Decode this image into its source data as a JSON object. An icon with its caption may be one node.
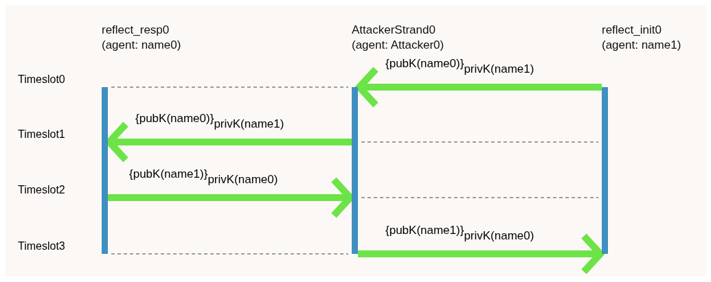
{
  "diagram": {
    "nodes": [
      {
        "text": [
          "reflect_resp0",
          "(agent: name0)"
        ]
      },
      {
        "text": [
          "AttackerStrand0",
          "(agent: Attacker0)"
        ]
      },
      {
        "text": [
          "reflect_init0",
          "(agent: name1)"
        ]
      }
    ],
    "edges": [
      {
        "from": 2,
        "to": 1,
        "arrow": "to",
        "label": "{pubK(name0)}$_{privK(name1)}$"
      },
      {
        "from": 1,
        "to": 0,
        "arrow": "to",
        "label": "{pubK(name0)}$_{privK(name1)}$"
      },
      {
        "from": 0,
        "to": 1,
        "arrow": "to",
        "label": "{pubK(name1)}$_{privK(name0)}$"
      },
      {
        "from": 1,
        "to": 2,
        "arrow": "to",
        "label": "{pubK(name1)}$_{privK(name0)}$"
      }
    ],
    "labels": [
      "Timeslot0",
      "Timeslot1",
      "Timeslot2",
      "Timeslot3"
    ]
  }
}
